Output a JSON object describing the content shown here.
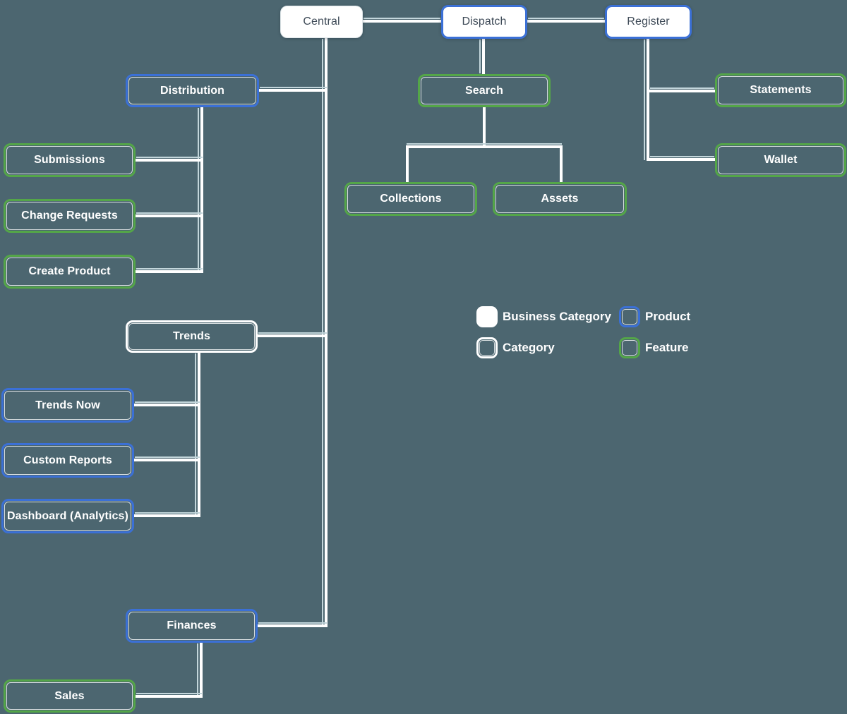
{
  "nodes": {
    "central": {
      "label": "Central",
      "type": "business-category"
    },
    "dispatch": {
      "label": "Dispatch",
      "type": "product"
    },
    "register": {
      "label": "Register",
      "type": "product"
    },
    "distribution": {
      "label": "Distribution",
      "type": "product"
    },
    "submissions": {
      "label": "Submissions",
      "type": "feature"
    },
    "change_requests": {
      "label": "Change Requests",
      "type": "feature"
    },
    "create_product": {
      "label": "Create Product",
      "type": "feature"
    },
    "search": {
      "label": "Search",
      "type": "feature"
    },
    "collections": {
      "label": "Collections",
      "type": "feature"
    },
    "assets": {
      "label": "Assets",
      "type": "feature"
    },
    "statements": {
      "label": "Statements",
      "type": "feature"
    },
    "wallet": {
      "label": "Wallet",
      "type": "feature"
    },
    "trends": {
      "label": "Trends",
      "type": "category"
    },
    "trends_now": {
      "label": "Trends Now",
      "type": "product"
    },
    "custom_reports": {
      "label": "Custom Reports",
      "type": "product"
    },
    "dashboard_analytics": {
      "label": "Dashboard (Analytics)",
      "type": "product"
    },
    "finances": {
      "label": "Finances",
      "type": "product"
    },
    "sales": {
      "label": "Sales",
      "type": "feature"
    }
  },
  "legend": {
    "items": [
      {
        "label": "Business Category",
        "swatch": "white-filled"
      },
      {
        "label": "Product",
        "swatch": "blue-outline"
      },
      {
        "label": "Category",
        "swatch": "white-outline"
      },
      {
        "label": "Feature",
        "swatch": "green-outline"
      }
    ]
  },
  "colors": {
    "background": "#4c6670",
    "product_border": "#3b70d6",
    "feature_border": "#54a648",
    "category_border": "#ffffff",
    "connector": "#ffffff",
    "connector_secondary": "#c3d6db",
    "root_text": "#3e4a57"
  }
}
